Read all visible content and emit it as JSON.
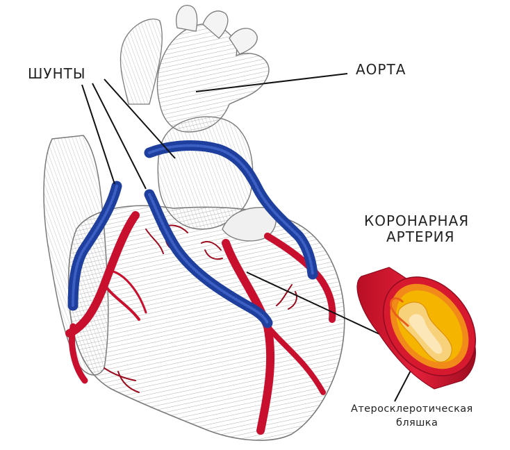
{
  "labels": {
    "shunts": "ШУНТЫ",
    "aorta": "АОРТА",
    "coronary_artery_line1": "КОРОНАРНАЯ",
    "coronary_artery_line2": "АРТЕРИЯ",
    "plaque_line1": "Атеросклеротическая",
    "plaque_line2": "бляшка"
  },
  "colors": {
    "shunt": "#1f3f9e",
    "artery": "#c8102e",
    "artery_dark": "#8f0b1f",
    "heart_outline": "#7a7a7a",
    "heart_fill": "#f4f4f4",
    "plaque": "#f5b400",
    "leader_line": "#111111"
  }
}
